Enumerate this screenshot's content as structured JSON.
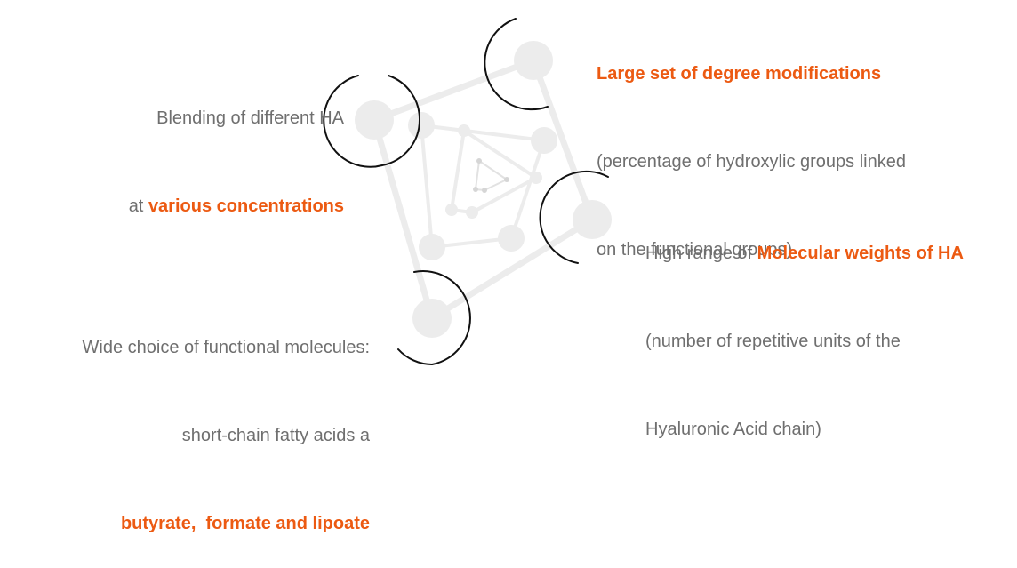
{
  "colors": {
    "accent": "#ec5a12",
    "text": "#6f6f6f",
    "network": "#ececec",
    "arc": "#111111"
  },
  "callouts": {
    "degree": {
      "title": "Large set of degree modifications",
      "line2": "(percentage of hydroxylic groups linked",
      "line3": "on the functional groups)"
    },
    "blending": {
      "line1": "Blending of different HA",
      "line2_prefix": "at ",
      "line2_highlight": "various concentrations"
    },
    "weights": {
      "line1_prefix": "High range of ",
      "line1_highlight": "Molecular weights of HA",
      "line2": "(number of repetitive units of the",
      "line3": "Hyaluronic Acid chain)"
    },
    "functional": {
      "line1": "Wide choice of functional molecules:",
      "line2": "short-chain fatty acids a",
      "line3_highlight": "butyrate,  formate and lipoate"
    }
  }
}
